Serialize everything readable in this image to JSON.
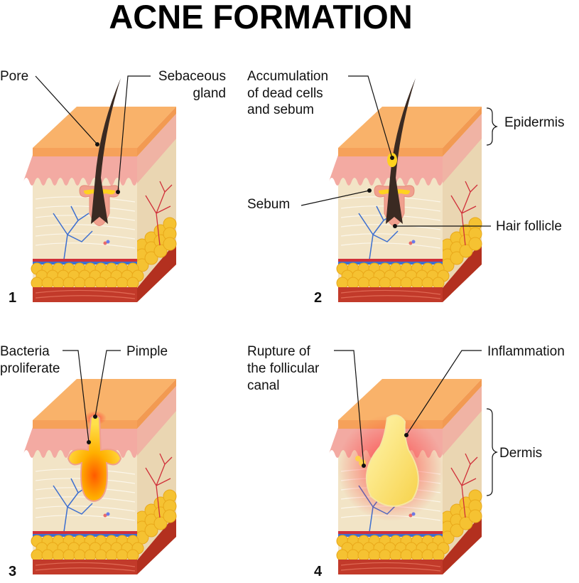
{
  "title": "ACNE FORMATION",
  "colors": {
    "top_orange": "#f9b26a",
    "front_orange": "#f6a15a",
    "epidermis_pink": "#f3aaa2",
    "dermis_beige": "#f2e4c6",
    "fat_yellow": "#f5c232",
    "muscle_red": "#c23a2a",
    "hair": "#3a2a22",
    "sebum": "#ffd21f",
    "vein": "#3d6fd0",
    "artery": "#d0303a"
  },
  "panels": [
    {
      "number": "1",
      "labels": {
        "pore": "Pore",
        "sebaceous_gland": [
          "Sebaceous",
          "gland"
        ]
      }
    },
    {
      "number": "2",
      "labels": {
        "accumulation": [
          "Accumulation",
          "of dead cells",
          "and sebum"
        ],
        "epidermis": "Epidermis",
        "sebum": "Sebum",
        "hair_follicle": "Hair follicle"
      }
    },
    {
      "number": "3",
      "labels": {
        "bacteria": [
          "Bacteria",
          "proliferate"
        ],
        "pimple": "Pimple"
      }
    },
    {
      "number": "4",
      "labels": {
        "rupture": [
          "Rupture of",
          "the follicular",
          "canal"
        ],
        "inflammation": "Inflammation",
        "dermis": "Dermis"
      }
    }
  ]
}
